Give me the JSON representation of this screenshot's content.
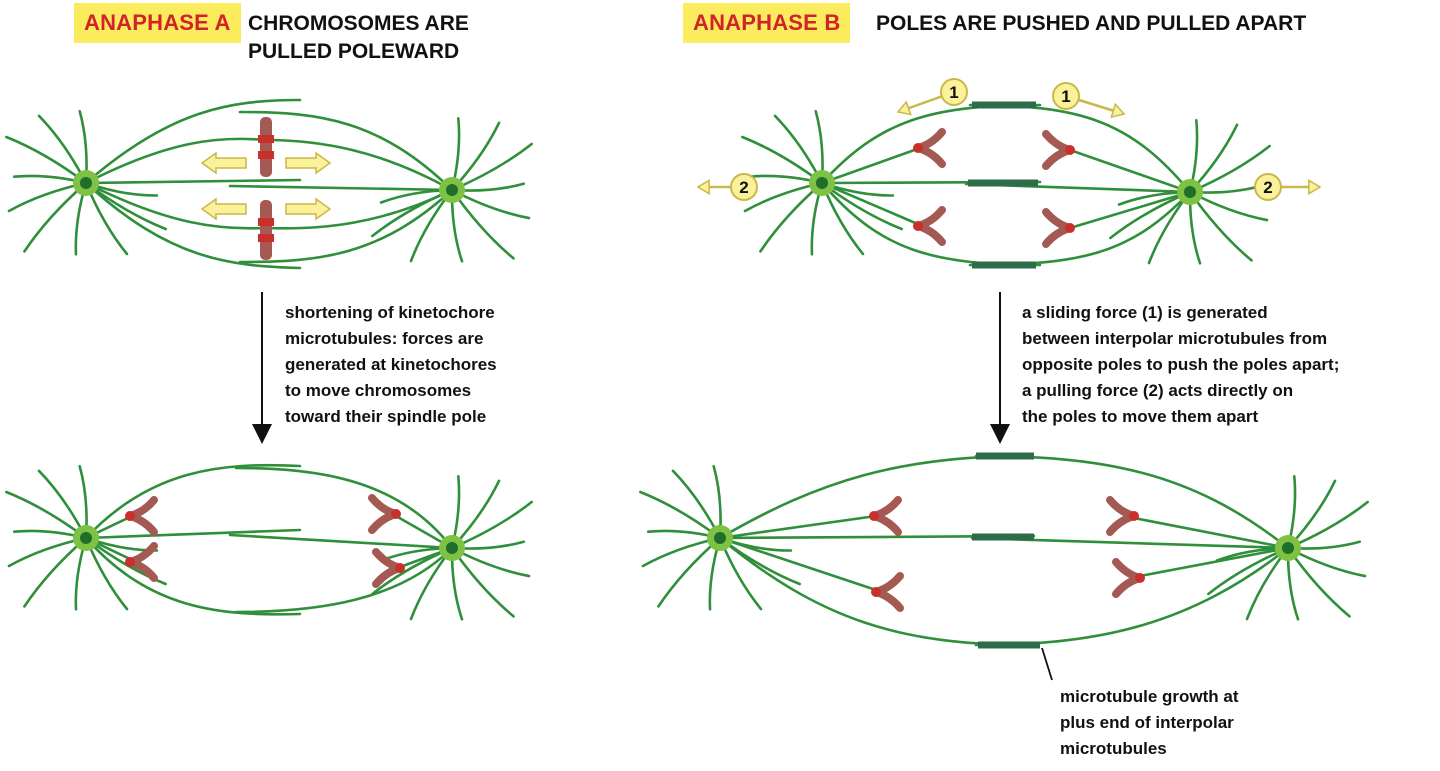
{
  "panel_a": {
    "tag": "ANAPHASE A",
    "heading": [
      "CHROMOSOMES ARE",
      "PULLED POLEWARD"
    ],
    "note": [
      "shortening of kinetochore",
      "microtubules: forces are",
      "generated at kinetochores",
      "to move chromosomes",
      "toward their spindle pole"
    ]
  },
  "panel_b": {
    "tag": "ANAPHASE B",
    "heading": [
      "POLES ARE PUSHED AND PULLED APART"
    ],
    "note": [
      "a sliding force (1) is generated",
      "between interpolar microtubules from",
      "opposite poles to push the poles apart;",
      "a pulling force (2) acts directly on",
      "the poles to move them apart"
    ],
    "growth_label": [
      "microtubule growth at",
      "plus end of interpolar",
      "microtubules"
    ],
    "force_markers": {
      "sliding": "1",
      "pulling": "2"
    }
  },
  "colors": {
    "microtubule": "#2f8f3a",
    "pole": "#7dc242",
    "pole_core": "#1f6e2c",
    "overlap": "#2e6b48",
    "chromosome": "#a45a52",
    "kinetochore": "#c9302c",
    "arrow_fill": "#fbf19a",
    "arrow_stroke": "#c8b84a",
    "tag_bg": "#fbec5d",
    "tag_text": "#d2232a"
  }
}
